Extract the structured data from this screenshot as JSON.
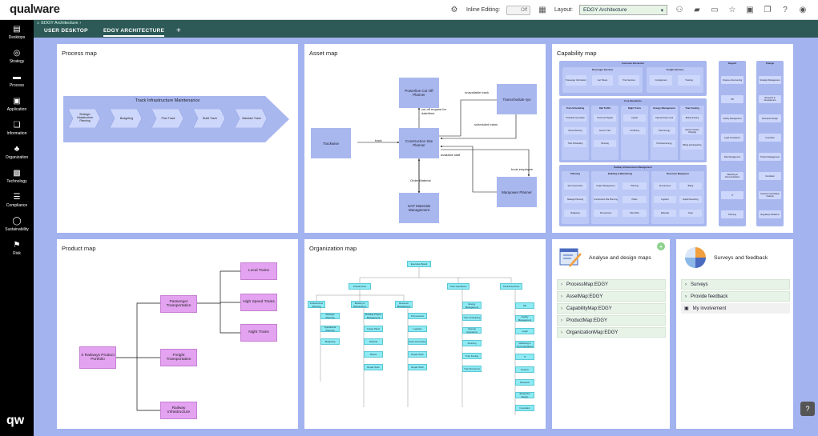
{
  "app": {
    "logo": "qualware",
    "bottom_logo": "qw"
  },
  "topbar": {
    "inline_editing_label": "Inline Editing:",
    "toggle_state": "Off",
    "layout_label": "Layout:",
    "layout_value": "EDGY Architecture"
  },
  "sidebar": {
    "items": [
      {
        "label": "Desktops",
        "icon": "desktops-icon"
      },
      {
        "label": "Strategy",
        "icon": "strategy-icon"
      },
      {
        "label": "Process",
        "icon": "process-icon"
      },
      {
        "label": "Application",
        "icon": "application-icon"
      },
      {
        "label": "Information",
        "icon": "information-icon"
      },
      {
        "label": "Organization",
        "icon": "organization-icon"
      },
      {
        "label": "Technology",
        "icon": "technology-icon"
      },
      {
        "label": "Compliance",
        "icon": "compliance-icon"
      },
      {
        "label": "Sustainability",
        "icon": "sustainability-icon"
      },
      {
        "label": "Risk",
        "icon": "risk-icon"
      }
    ]
  },
  "tabs": {
    "breadcrumb": "EDGY Architecture",
    "user_desktop": "USER DESKTOP",
    "edgy_architecture": "EDGY ARCHITECTURE",
    "add": "+"
  },
  "process_map": {
    "title": "Process map",
    "banner": "Track Infrastructure Maintenance",
    "steps": [
      "Strategic Infrastructure Planning",
      "Budgeting",
      "Plan Track",
      "Build Track",
      "Maintain Track"
    ]
  },
  "asset_map": {
    "title": "Asset map",
    "nodes": {
      "powerline": "Powerline Cut Off Planner",
      "trackwise": "Trackwise",
      "construction": "Construction Site Planner",
      "transchedule": "Transchedule sys",
      "sap": "SAP Materials Management",
      "manpower": "Manpower Planner"
    },
    "edges": {
      "cutoff": "cut off request for date/time",
      "track": "track",
      "unavailable": "unavailable track",
      "scheduled": "scheduled trains",
      "available_staff": "available staff",
      "order": "Order Material",
      "book": "book employee"
    }
  },
  "capability_map": {
    "title": "Capability map",
    "customer_interaction": "Customer Interaction",
    "passenger_services": "Passenger Services",
    "freight_services": "Freight Services",
    "cust_cells": [
      "Passenger Information",
      "Get Tickets",
      "Train Services",
      "Consignment",
      "Tracking"
    ],
    "core_operations": "Core Operations",
    "core_groups": [
      {
        "name": "Train Scheduling",
        "cells": [
          "Timetable Generation",
          "Route Planning",
          "Train Scheduling"
        ]
      },
      {
        "name": "Rail Traffic",
        "cells": [
          "Track and Signals",
          "Access Train",
          "Shunting"
        ]
      },
      {
        "name": "Night Trains",
        "cells": [
          "Logistic",
          "Combining"
        ]
      },
      {
        "name": "Energy Management",
        "cells": [
          "Operate Power Grid",
          "Track Energy",
          "Purchase Energy"
        ]
      },
      {
        "name": "Train Fueling",
        "cells": [
          "Biofuel Fueling",
          "Electric Vehicle Charging",
          "Billing and Reporting"
        ]
      }
    ],
    "rim": "Railway Infrastructure Management",
    "rim_groups": [
      {
        "name": "Planning",
        "cells": [
          "Site Construction",
          "Strategic Planning",
          "Budgeting"
        ]
      },
      {
        "name": "Building & Maintaining",
        "cells": [
          "Project Management",
          "Construction Site Planning",
          "Procurement",
          "Planning",
          "Pfasts",
          "Plan Work"
        ]
      },
      {
        "name": "Resource Mangment",
        "cells": [
          "Procurement",
          "Logistics",
          "Materials",
          "Billing",
          "Rapid Ressorting",
          "Fleet"
        ]
      }
    ],
    "support": {
      "name": "Support",
      "cells": [
        "Finance & Accounting",
        "HR",
        "Facility Management",
        "Legal Compliance",
        "Risk Management",
        "Marketing & Communications",
        "IT",
        "Planning"
      ]
    },
    "change": {
      "name": "Change",
      "cells": [
        "Strategic Management",
        "Research & Development",
        "Enterprise Design",
        "Innovation",
        "Product Management",
        "Incubation",
        "Customer and Market Analysis",
        "Regulatory Relations"
      ]
    }
  },
  "product_map": {
    "title": "Product map",
    "root": "X Railways Product Portfolio",
    "mid": [
      "Passenger Transportation",
      "Freight Transportation",
      "Railway Infrastructure"
    ],
    "leaves": [
      "Local Trains",
      "High Speed Trains",
      "Night Trains"
    ]
  },
  "org_map": {
    "title": "Organization map",
    "root": "Executive Board",
    "depts": [
      "Infrastructure",
      "Train Operations",
      "Central Services"
    ],
    "infra_subs": [
      "Infrastructure Planning",
      "Building & Maintenance",
      "Resource Management"
    ],
    "infra_planning": [
      "Strategic Planning",
      "Operational Planning",
      "Budgeting"
    ],
    "building": [
      "Building Project Management",
      "Create Plans",
      "Material",
      "Places",
      "Repair Work"
    ],
    "resource": [
      "Procurement",
      "Logistics",
      "Asset Accounting",
      "Repair Work",
      "Repair Work"
    ],
    "train_ops": [
      "Energy Management",
      "Train Scheduling",
      "Operate Operations",
      "Shunting",
      "Train Fueling",
      "Train Personnel"
    ],
    "central": [
      "HR",
      "Facility Management",
      "Legal",
      "Marketing & Communications",
      "IT",
      "Finance",
      "Research",
      "Enterprise Design",
      "Innovation"
    ]
  },
  "analyse": {
    "title": "Analyse and design maps",
    "items": [
      "ProcessMap:EDGY",
      "AssetMap:EDGY",
      "CapabilityMap:EDGY",
      "ProductMap:EDGY",
      "OrganizationMap:EDGY"
    ]
  },
  "surveys": {
    "title": "Surveys and feedback",
    "items": [
      "Surveys",
      "Provide feedback",
      "My involvement"
    ]
  },
  "help": {
    "label": "?"
  }
}
